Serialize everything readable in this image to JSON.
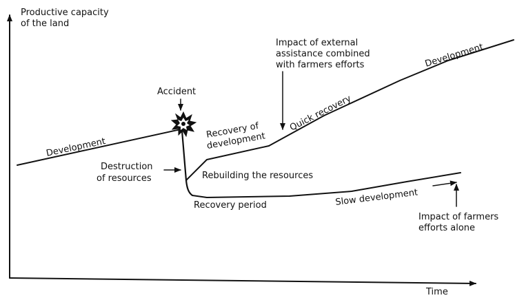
{
  "axes": {
    "y_label": [
      "Productive capacity",
      "of the land"
    ],
    "x_label": "Time"
  },
  "labels": {
    "development_start": "Development",
    "accident": "Accident",
    "destruction": [
      "Destruction",
      "of resources"
    ],
    "recovery_of_development": [
      "Recovery of",
      "development"
    ],
    "external_impact": [
      "Impact of external",
      "assistance combined",
      "with farmers efforts"
    ],
    "quick_recovery": "Quick recovery",
    "development_end": "Development",
    "rebuilding": "Rebuilding the resources",
    "recovery_period": "Recovery period",
    "slow_development": "Slow development",
    "farmers_impact": [
      "Impact of farmers",
      "efforts alone"
    ]
  },
  "colors": {
    "ink": "#111111",
    "background": "#ffffff"
  }
}
